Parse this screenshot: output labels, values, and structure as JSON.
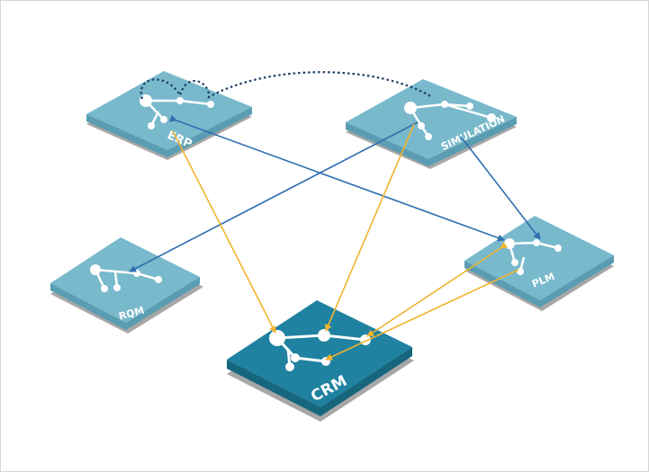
{
  "nodes": {
    "erp": {
      "label": "ERP"
    },
    "simulation": {
      "label": "SIMULATION"
    },
    "plm": {
      "label": "PLM"
    },
    "rqm": {
      "label": "RQM"
    },
    "crm": {
      "label": "CRM"
    }
  },
  "colors": {
    "tile_light": "#79b9cc",
    "tile_light_edge": "#5a9db2",
    "tile_dark": "#1f82a0",
    "tile_dark_edge": "#16667e",
    "tile_shadow": "#a7a7a7",
    "arrow_blue": "#2f6fb0",
    "arrow_orange": "#f2b430",
    "dotted_line": "#1c3f66",
    "frame_border": "#d6d6d6"
  },
  "connections": [
    {
      "from": "erp",
      "to": "crm",
      "color": "arrow_orange",
      "style": "arrow"
    },
    {
      "from": "simulation",
      "to": "crm",
      "color": "arrow_orange",
      "style": "arrow"
    },
    {
      "from": "plm",
      "to": "crm",
      "color": "arrow_orange",
      "style": "double-arrow"
    },
    {
      "from": "simulation",
      "to": "rqm",
      "color": "arrow_blue",
      "style": "arrow"
    },
    {
      "from": "erp",
      "to": "plm",
      "color": "arrow_blue",
      "style": "double-arrow"
    },
    {
      "from": "simulation",
      "to": "plm",
      "color": "arrow_blue",
      "style": "arrow"
    },
    {
      "from": "erp",
      "to": "simulation",
      "color": "dotted_line",
      "style": "dotted-arc"
    }
  ]
}
